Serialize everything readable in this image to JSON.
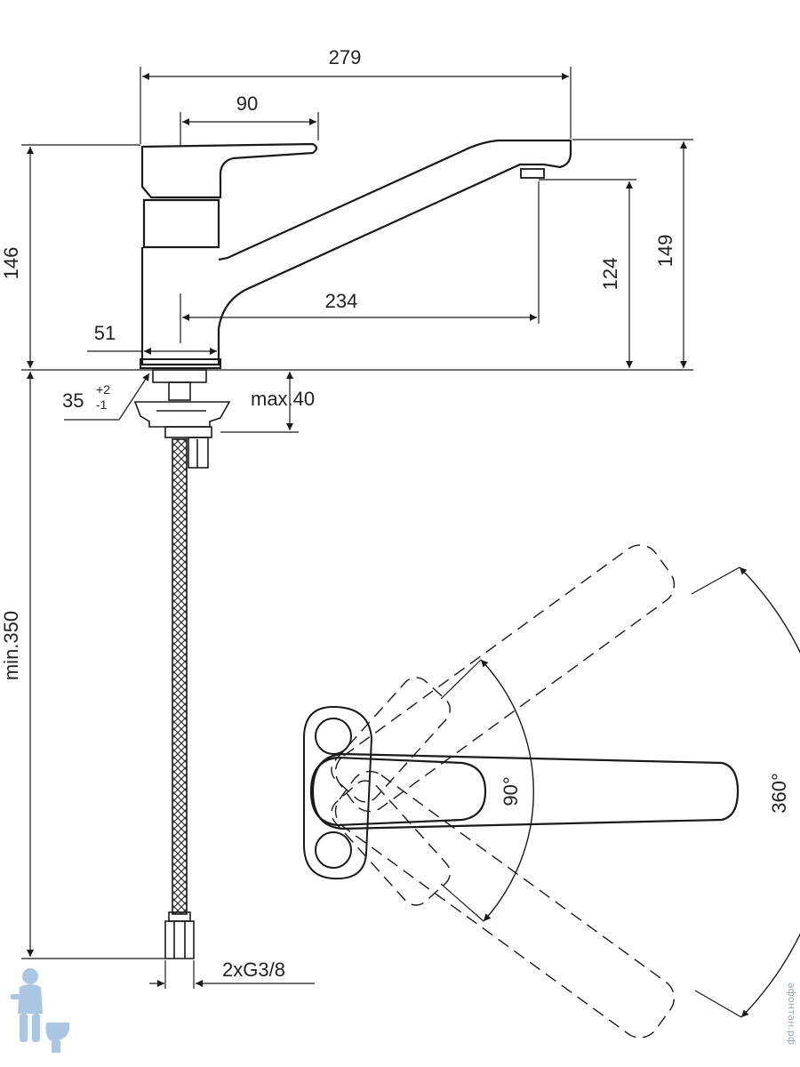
{
  "dimensions": {
    "overall_length": "279",
    "lever_length": "90",
    "body_height": "146",
    "spout_height": "149",
    "outlet_height": "124",
    "spout_reach": "234",
    "body_width": "51",
    "hole_diameter": "35",
    "hole_tol_plus": "+2",
    "hole_tol_minus": "-1",
    "deck_thickness": "max.40",
    "hose_length": "min.350",
    "connection": "2xG3/8"
  },
  "angles": {
    "lever_rotation": "90°",
    "spout_rotation": "360°"
  },
  "watermark": {
    "site": "афонтан.рф",
    "mascot_icon": "plumber-mascot-icon"
  },
  "colors": {
    "line": "#1a1a1a",
    "watermark": "#8fb3d9"
  }
}
